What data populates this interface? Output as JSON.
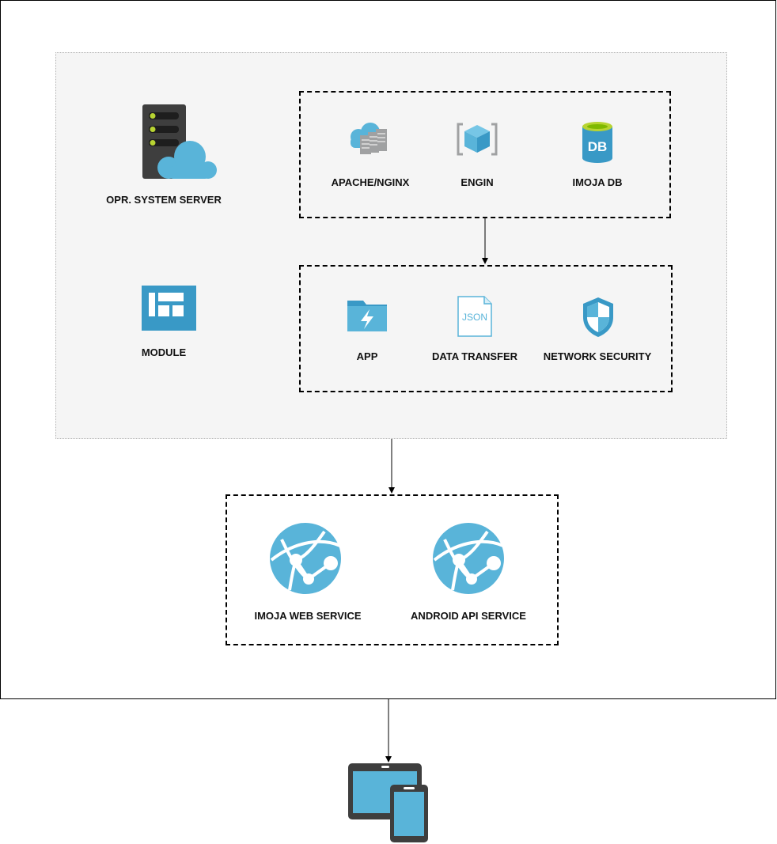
{
  "nodes": {
    "os_server": "OPR. SYSTEM SERVER",
    "module": "MODULE",
    "apache": "APACHE/NGINX",
    "engin": "ENGIN",
    "imoja_db": "IMOJA DB",
    "db_icon_text": "DB",
    "app": "APP",
    "data_transfer": "DATA TRANSFER",
    "json_icon_text": "JSON",
    "network_security": "NETWORK SECURITY",
    "imoja_web_service": "IMOJA WEB SERVICE",
    "android_api_service": "ANDROID API SERVICE"
  },
  "icons": {
    "os_server": "server-cloud-icon",
    "module": "module-icon",
    "apache": "cloud-server-icon",
    "engin": "cube-icon",
    "imoja_db": "database-icon",
    "app": "function-folder-icon",
    "data_transfer": "json-file-icon",
    "network_security": "shield-icon",
    "imoja_web_service": "globe-network-icon",
    "android_api_service": "globe-network-icon",
    "devices": "tablet-phone-icon"
  },
  "colors": {
    "azure_blue": "#59b4d9",
    "dark_blue": "#3999c6",
    "dark_gray": "#3e3e3e",
    "green_led": "#b8d432",
    "panel_bg": "#f5f5f5"
  }
}
